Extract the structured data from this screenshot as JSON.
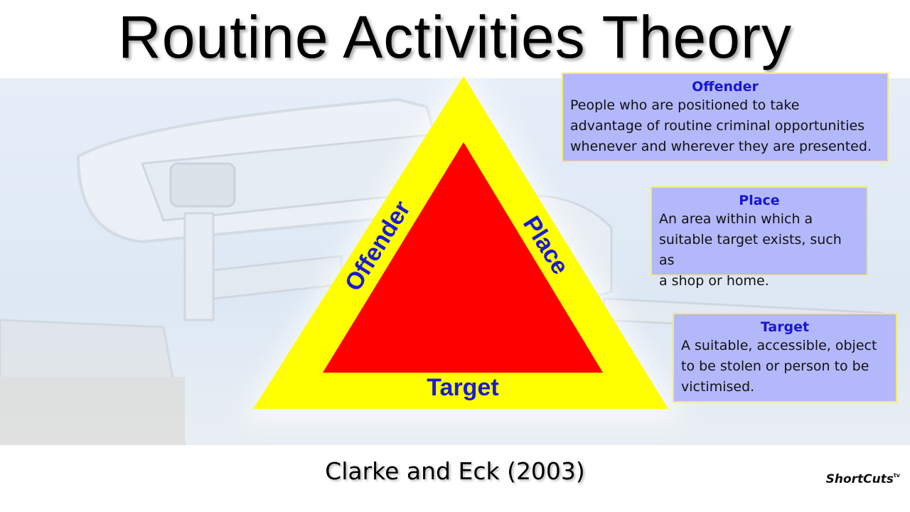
{
  "title": "Routine Activities Theory",
  "triangle": {
    "side_labels": {
      "left": "Offender",
      "right": "Place",
      "bottom": "Target"
    },
    "colors": {
      "outer": "#ffff00",
      "inner": "#ff0000",
      "label": "#1a1ad6"
    }
  },
  "boxes": [
    {
      "title": "Offender",
      "lines": [
        "People who are positioned to take",
        "advantage of routine criminal opportunities",
        "whenever and wherever they are presented."
      ]
    },
    {
      "title": "Place",
      "lines": [
        "An area within which a",
        "suitable target exists, such as",
        "a shop or home."
      ]
    },
    {
      "title": "Target",
      "lines": [
        "A suitable, accessible, object",
        "to be stolen or person to be",
        "victimised."
      ]
    }
  ],
  "citation": "Clarke and Eck (2003)",
  "brand": {
    "name": "ShortCuts",
    "suffix": "tv"
  },
  "colors": {
    "box_bg": "#b3b8fb",
    "box_border": "#f3ec6a",
    "box_title": "#1616d6"
  }
}
